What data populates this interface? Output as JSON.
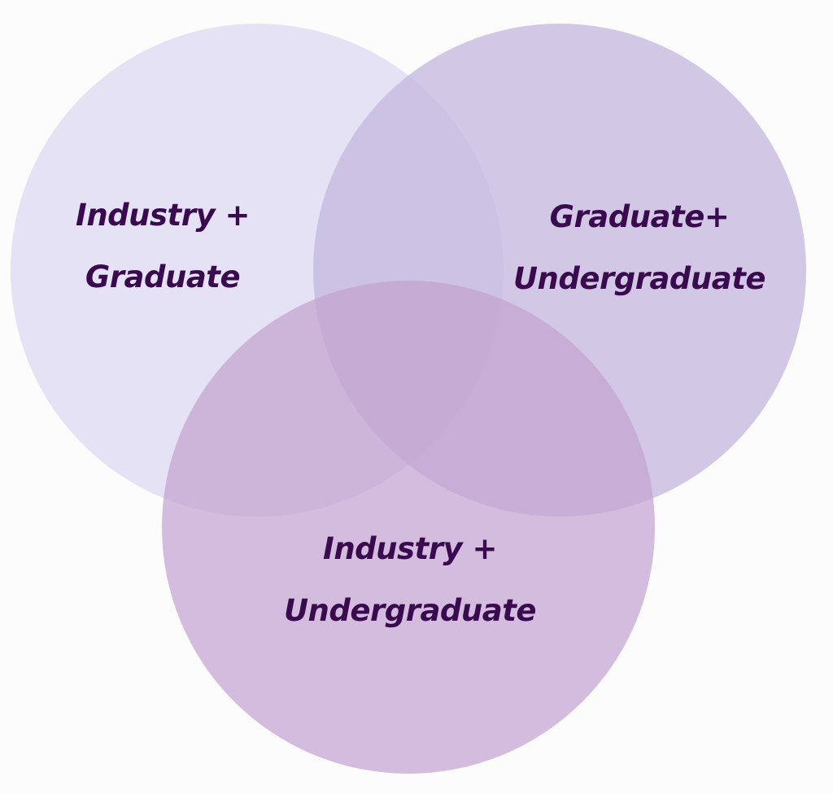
{
  "venn": {
    "circles": [
      {
        "id": "industry-graduate",
        "lines": [
          "Industry +",
          "Graduate"
        ],
        "fill": "#dcd9f0"
      },
      {
        "id": "graduate-undergraduate",
        "lines": [
          "Graduate+",
          "Undergraduate"
        ],
        "fill": "#c4b7dd"
      },
      {
        "id": "industry-undergraduate",
        "lines": [
          "Industry +",
          "Undergraduate"
        ],
        "fill": "#c4a4d0"
      }
    ],
    "text_color": "#3a0a4f",
    "background": "#fcfcfd"
  }
}
